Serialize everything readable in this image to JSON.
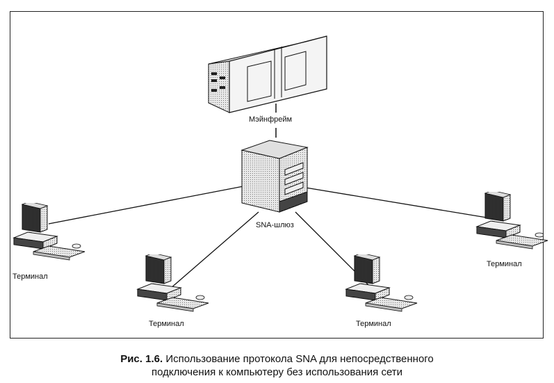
{
  "diagram": {
    "nodes": {
      "mainframe": {
        "label": "Мэйнфрейм",
        "icon": "mainframe-icon"
      },
      "gateway": {
        "label": "SNA-шлюз",
        "icon": "server-tower-icon"
      },
      "terminals": [
        {
          "label": "Терминал",
          "icon": "terminal-computer-icon"
        },
        {
          "label": "Терминал",
          "icon": "terminal-computer-icon"
        },
        {
          "label": "Терминал",
          "icon": "terminal-computer-icon"
        },
        {
          "label": "Терминал",
          "icon": "terminal-computer-icon"
        }
      ]
    },
    "edges": [
      {
        "from": "mainframe",
        "to": "gateway"
      },
      {
        "from": "gateway",
        "to": "terminal-1"
      },
      {
        "from": "gateway",
        "to": "terminal-2"
      },
      {
        "from": "gateway",
        "to": "terminal-3"
      },
      {
        "from": "gateway",
        "to": "terminal-4"
      }
    ]
  },
  "caption": {
    "figure_number": "Рис. 1.6.",
    "text_line1": "Использование протокола SNA для непосредственного",
    "text_line2": "подключения к компьютеру без использования сети"
  }
}
